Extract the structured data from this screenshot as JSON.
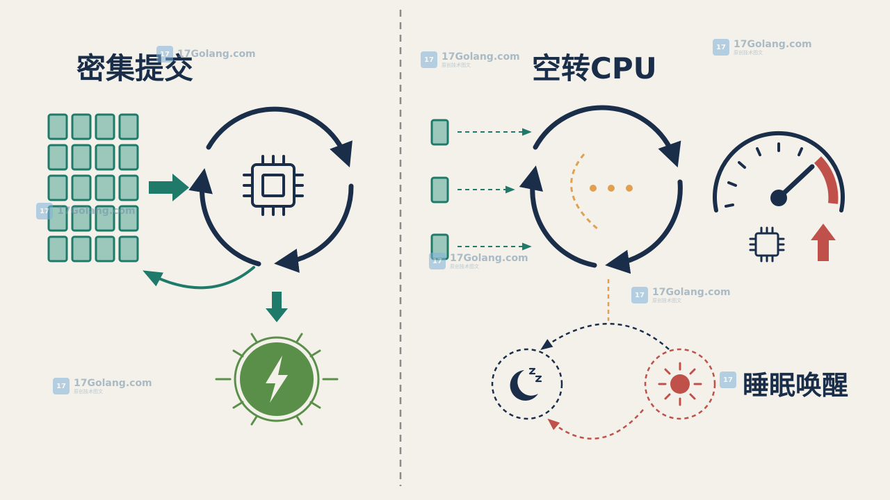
{
  "titles": {
    "left": "密集提交",
    "right": "空转CPU",
    "sleep_wake": "睡眠唤醒"
  },
  "watermark": {
    "logo_text": "17",
    "text": "17Golang.com",
    "subtext": "原创技术图文"
  },
  "colors": {
    "navy": "#1a2e4a",
    "teal": "#1f7a6a",
    "teal_fill": "#9cc8bc",
    "green": "#5a8f4a",
    "orange": "#e0a050",
    "red": "#c0504a",
    "background": "#f3f1ea"
  },
  "icons": [
    "grid-of-tasks",
    "cpu-icon",
    "lightning-icon",
    "gauge-icon",
    "moon-icon",
    "sun-icon",
    "up-arrow-icon",
    "ellipsis-icon"
  ]
}
